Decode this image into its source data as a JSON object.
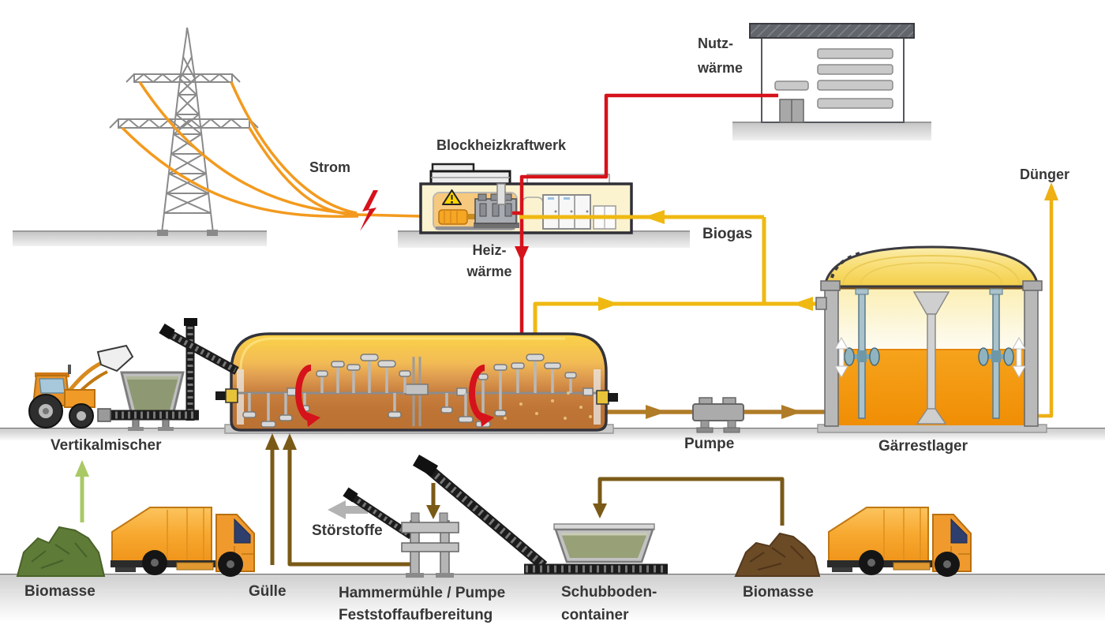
{
  "diagram": {
    "type": "process-flow",
    "subject": "Biogasanlage (biogas plant) material and energy flow",
    "labels": {
      "strom": "Strom",
      "blockheizkraftwerk": "Blockheizkraftwerk",
      "nutzwaerme_line1": "Nutz-",
      "nutzwaerme_line2": "wärme",
      "heizwaerme_line1": "Heiz-",
      "heizwaerme_line2": "wärme",
      "biogas": "Biogas",
      "duenger": "Dünger",
      "vertikalmischer": "Vertikalmischer",
      "biomasse_left": "Biomasse",
      "guelle": "Gülle",
      "stoerstoffe": "Störstoffe",
      "hammermuehle_line1": "Hammermühle / Pumpe",
      "hammermuehle_line2": "Feststoffaufbereitung",
      "schubboden_line1": "Schubboden-",
      "schubboden_line2": "container",
      "biomasse_right": "Biomasse",
      "pumpe": "Pumpe",
      "gaerrestlager": "Gärrestlager"
    },
    "colors": {
      "strom": "#F39A1E",
      "biogas": "#EFB912",
      "heat": "#D6121B",
      "digestate": "#B07C28",
      "substrate": "#7A5A17",
      "fertilizer": "#EEB013",
      "biomass_arrow": "#A9C964",
      "stoerstoffe": "#B3B3B3",
      "label": "#373737",
      "fermenter_top": "#FBD348",
      "fermenter_bottom": "#BA7131",
      "storage_liquid": "#F49208",
      "truck_orange": "#F7A82F",
      "biomass_green_pile": "#5F7B38",
      "biomass_brown_pile": "#6B4A26"
    },
    "illustrations": [
      "power-pylon",
      "lightning-bolt",
      "chp-building",
      "heat-consumer-building",
      "fermenter-tank",
      "digestate-storage-tank",
      "pump",
      "front-loader-tractor",
      "vertical-mixer-hopper",
      "feed-conveyor",
      "delivery-truck-left",
      "green-biomass-pile",
      "hammer-mill",
      "elevator-conveyor",
      "walking-floor-container",
      "brown-biomass-pile",
      "delivery-truck-right"
    ]
  }
}
